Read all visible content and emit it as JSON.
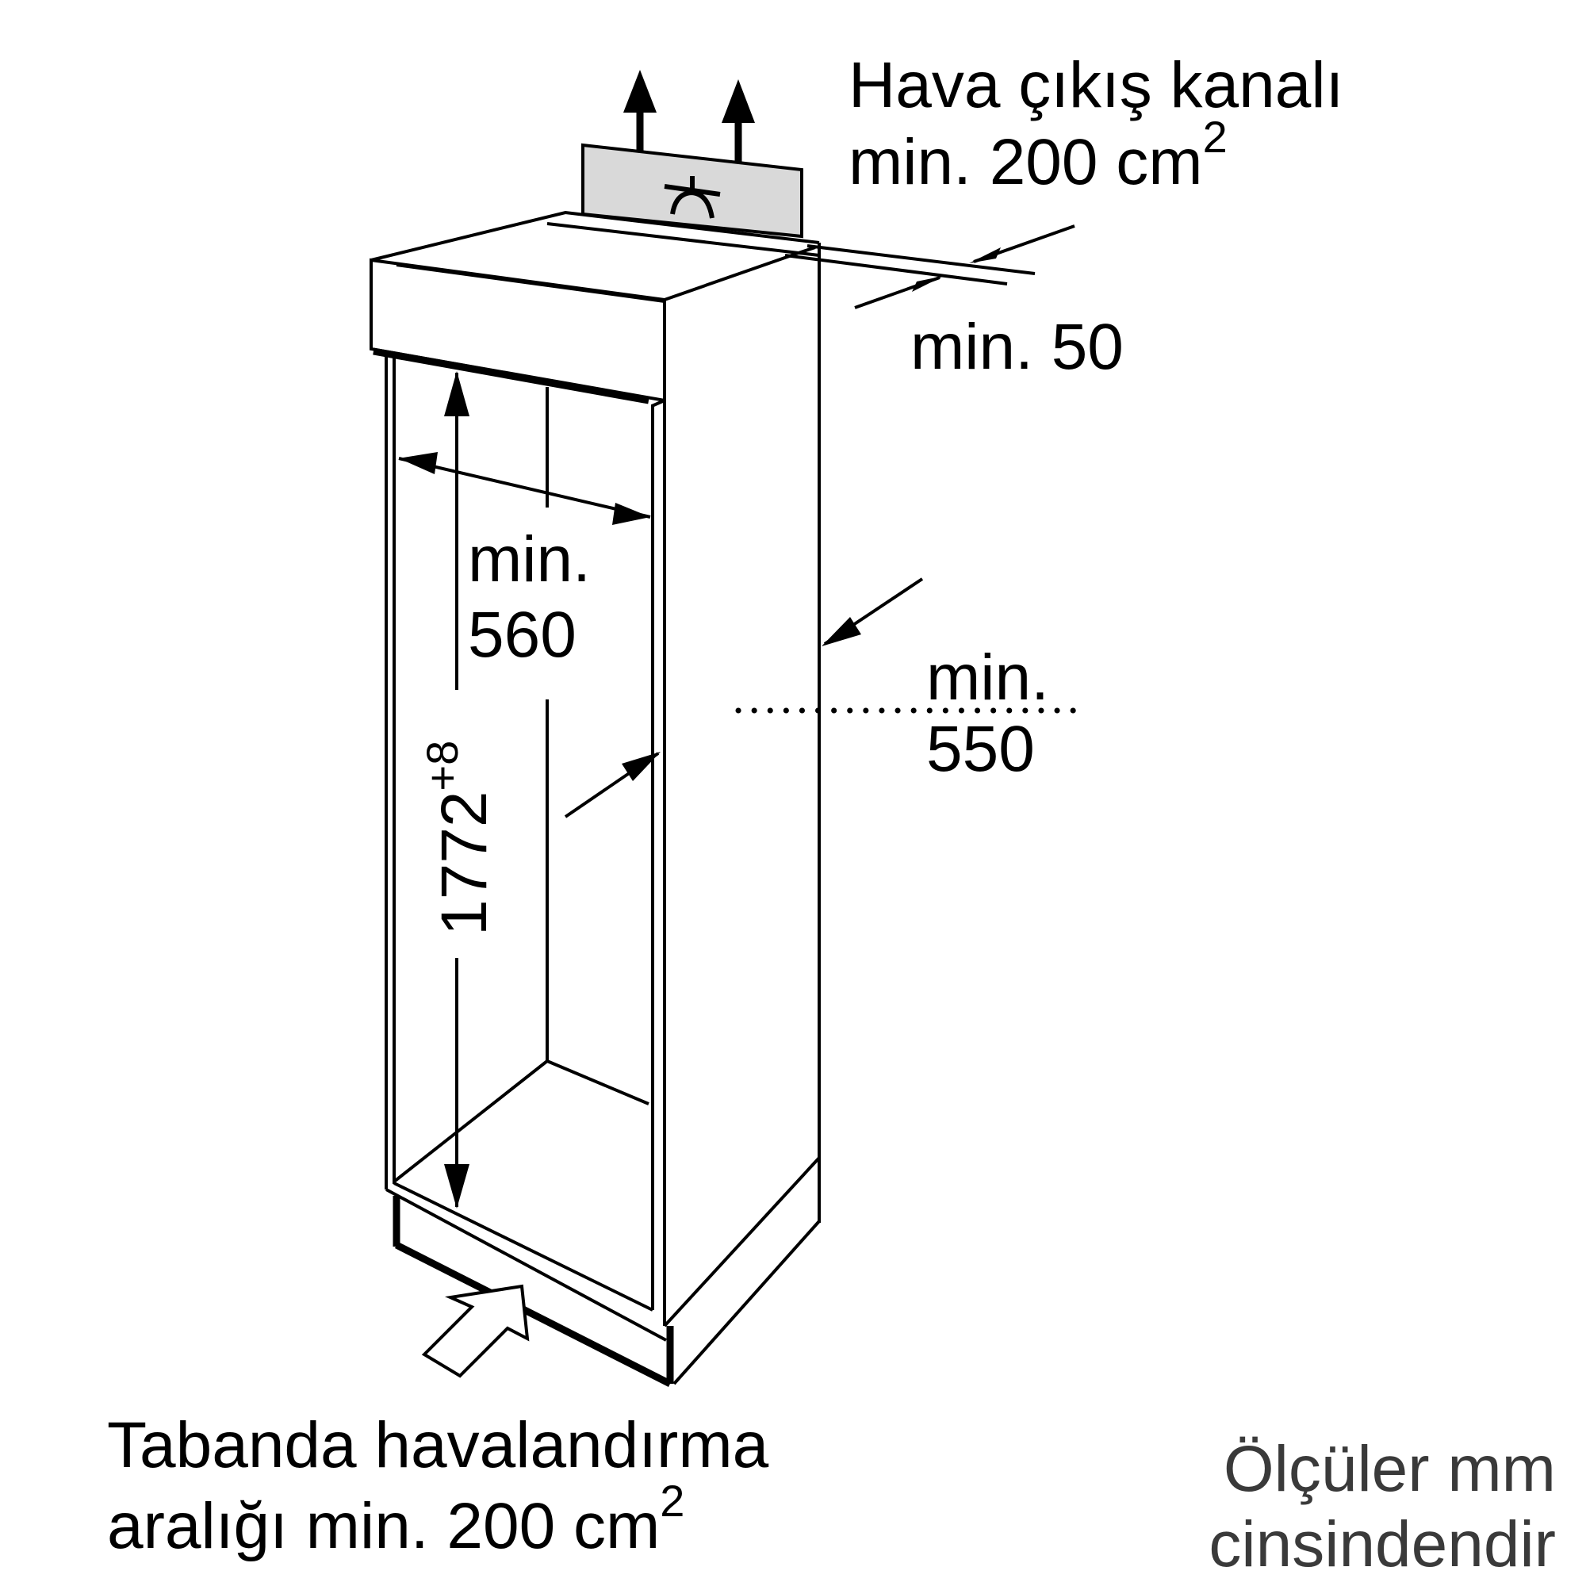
{
  "labels": {
    "air_outlet_line1": "Hava çıkış kanalı",
    "air_outlet_line2": "min. 200 cm",
    "air_outlet_sup": "2",
    "gap_top": "min. 50",
    "width_line1": "min.",
    "width_line2": "560",
    "depth_line1": "min.",
    "depth_line2": "550",
    "height_value": "1772",
    "height_tolerance": "+8",
    "base_vent_line1": "Tabanda havalandırma",
    "base_vent_line2": "aralığı min. 200 cm",
    "base_vent_sup": "2",
    "units_line1": "Ölçüler mm",
    "units_line2": "cinsindendir"
  },
  "colors": {
    "line": "#000000",
    "vent_box": "#d9d9d9",
    "units_text": "#3a3a3a"
  },
  "icons": {
    "vent_symbol": "fan-vent-icon",
    "airflow_out": "up-arrow-icon",
    "airflow_in": "hollow-arrow-icon"
  }
}
